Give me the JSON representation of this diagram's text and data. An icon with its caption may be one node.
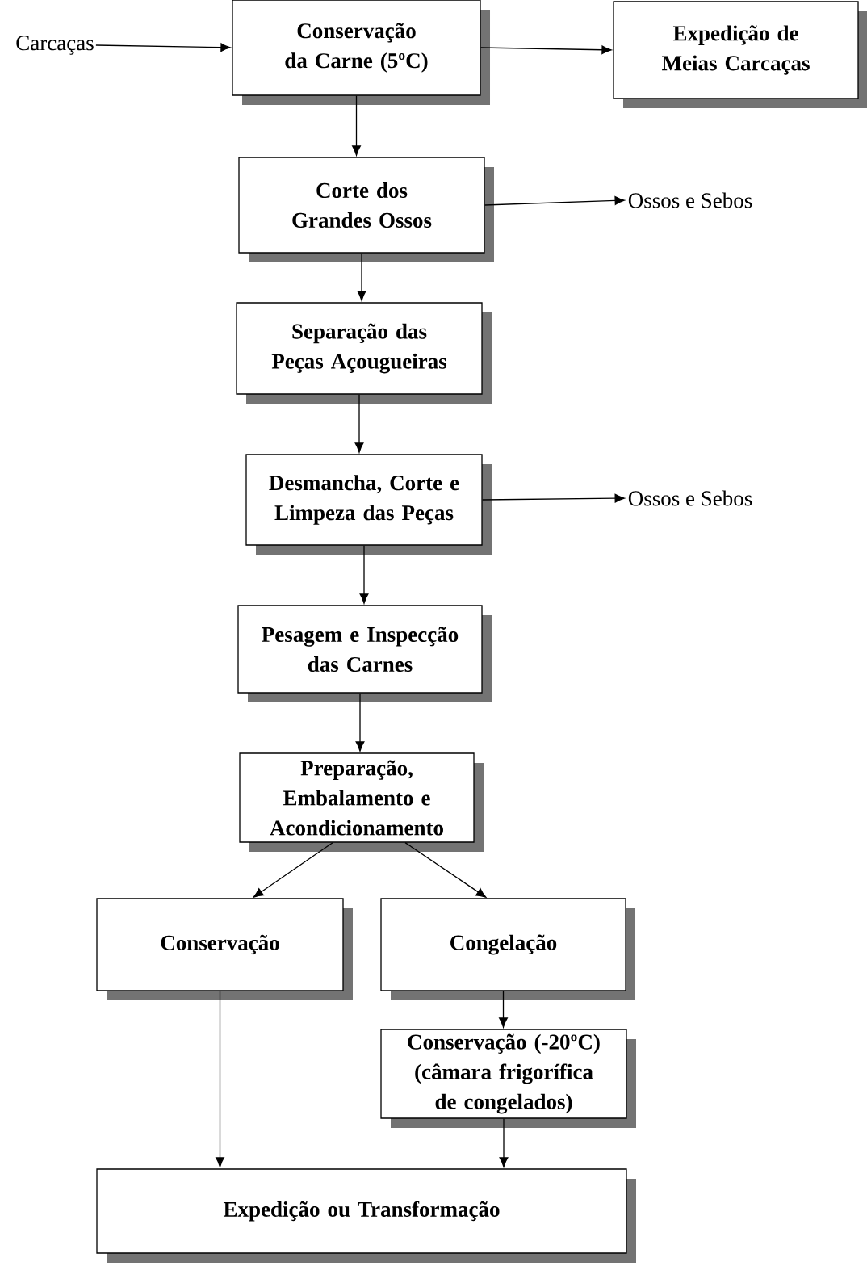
{
  "diagram": {
    "nodes": [
      {
        "text": [
          "Carcaças"
        ]
      },
      {
        "text": [
          "Conservação da Carne (5ºC)"
        ]
      },
      {
        "text": [
          "Expedição de Meias Carcaças"
        ]
      },
      {
        "text": [
          "Corte dos Grandes Ossos"
        ]
      },
      {
        "text": [
          "Ossos e Sebos"
        ]
      },
      {
        "text": [
          "Separação das Peças Açougueiras"
        ]
      },
      {
        "text": [
          "Desmancha, Corte e Limpeza das Peças"
        ]
      },
      {
        "text": [
          "Ossos e Sebos"
        ]
      },
      {
        "text": [
          "Pesagem e Inspecção das Carnes"
        ]
      },
      {
        "text": [
          "Preparação, Embalamento e Acondicionamento"
        ]
      },
      {
        "text": [
          "Conservação"
        ]
      },
      {
        "text": [
          "Congelação"
        ]
      },
      {
        "text": [
          "Conservação (-20ºC) (câmara frigorífica de congelados)"
        ]
      },
      {
        "text": [
          "Expedição ou Transformação"
        ]
      }
    ],
    "edges": [
      {
        "from": 0,
        "to": 1,
        "arrow": "to"
      },
      {
        "from": 1,
        "to": 2,
        "arrow": "to"
      },
      {
        "from": 1,
        "to": 3,
        "arrow": "to"
      },
      {
        "from": 3,
        "to": 4,
        "arrow": "to"
      },
      {
        "from": 3,
        "to": 5,
        "arrow": "to"
      },
      {
        "from": 5,
        "to": 6,
        "arrow": "to"
      },
      {
        "from": 6,
        "to": 7,
        "arrow": "to"
      },
      {
        "from": 6,
        "to": 8,
        "arrow": "to"
      },
      {
        "from": 8,
        "to": 9,
        "arrow": "to"
      },
      {
        "from": 9,
        "to": 10,
        "arrow": "to"
      },
      {
        "from": 9,
        "to": 11,
        "arrow": "to"
      },
      {
        "from": 11,
        "to": 12,
        "arrow": "to"
      },
      {
        "from": 10,
        "to": 13,
        "arrow": "to"
      },
      {
        "from": 12,
        "to": 13,
        "arrow": "to"
      }
    ]
  }
}
